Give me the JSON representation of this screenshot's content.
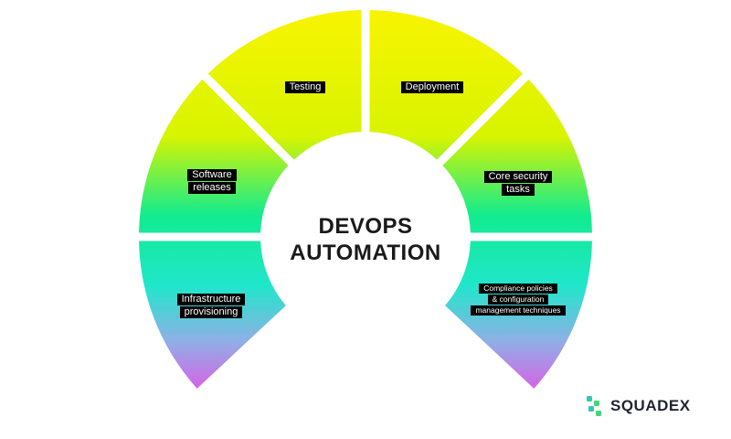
{
  "diagram": {
    "center": {
      "line1": "DEVOPS",
      "line2": "AUTOMATION"
    },
    "segments": [
      {
        "id": "testing",
        "lines": [
          "Testing"
        ]
      },
      {
        "id": "deployment",
        "lines": [
          "Deployment"
        ]
      },
      {
        "id": "software-releases",
        "lines": [
          "Software",
          "releases"
        ]
      },
      {
        "id": "core-security-tasks",
        "lines": [
          "Core security",
          "tasks"
        ]
      },
      {
        "id": "infrastructure-provisioning",
        "lines": [
          "Infrastructure",
          "provisioning"
        ]
      },
      {
        "id": "compliance-policies",
        "lines": [
          "Compliance policies",
          "& configuration",
          "management techniques"
        ]
      }
    ],
    "colors": {
      "top": "#f2f400",
      "middle": "#12ec8e",
      "lower": "#20e6c9",
      "bottom": "#f33fe6",
      "label_bg": "#000000",
      "label_text": "#ffffff"
    }
  },
  "brand": {
    "name": "SQUADEX",
    "logo_icon": "squadex-logo-icon",
    "colors": {
      "teal": "#2fc7b9",
      "green": "#46d37c"
    }
  }
}
